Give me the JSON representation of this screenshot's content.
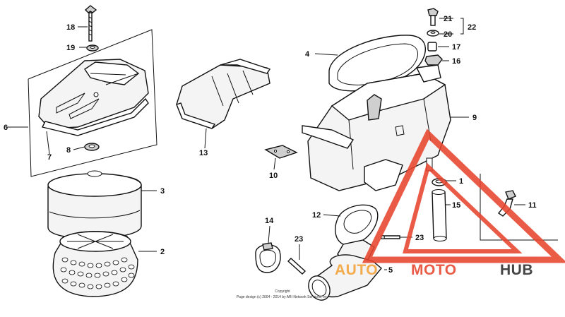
{
  "callouts": {
    "c1": "1",
    "c2": "2",
    "c3": "3",
    "c4": "4",
    "c5": "5",
    "c6": "6",
    "c7": "7",
    "c8": "8",
    "c9": "9",
    "c10": "10",
    "c11": "11",
    "c12": "12",
    "c13": "13",
    "c14": "14",
    "c15": "15",
    "c16": "16",
    "c17": "17",
    "c18": "18",
    "c19": "19",
    "c20": "20",
    "c21": "21",
    "c22": "22",
    "c23a": "23",
    "c23b": "23"
  },
  "footer": {
    "line1": "Copyright",
    "line2": "Page design (c) 2004 - 2014 by ARI Network Services, Inc."
  },
  "watermark": {
    "word_auto": "AUTO",
    "word_moto": "MOTO",
    "word_hub": "HUB",
    "color_primary": "#e8452e",
    "color_secondary": "#f3a236",
    "color_dark": "#2b2b2b"
  }
}
